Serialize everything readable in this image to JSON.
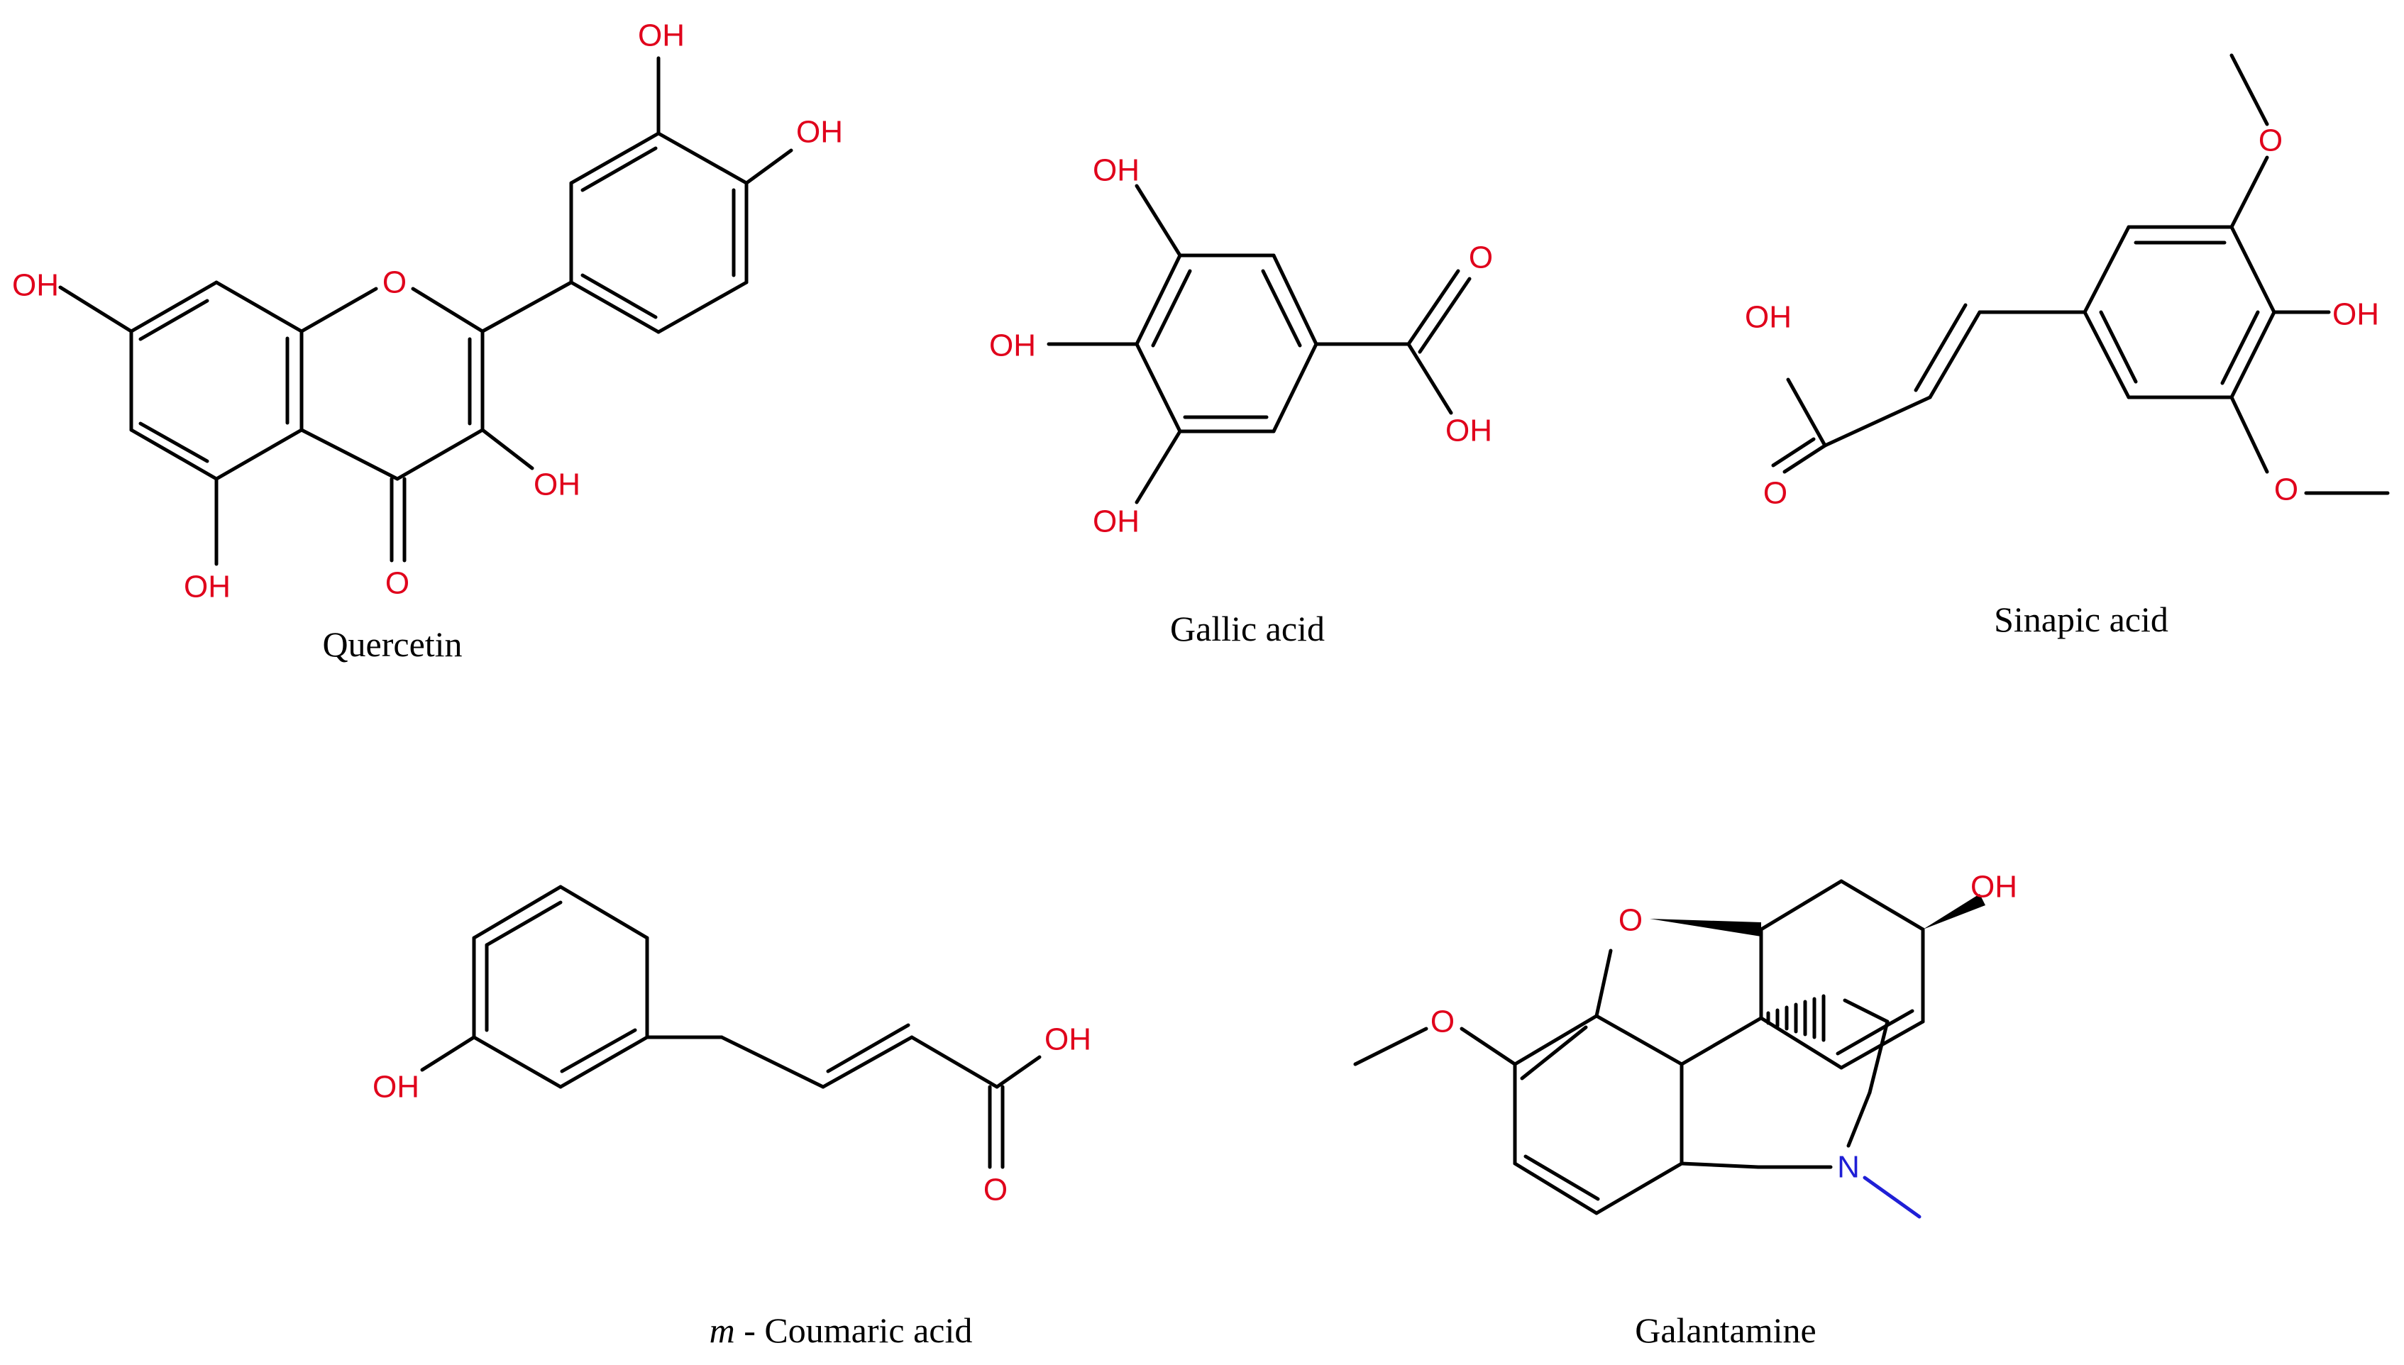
{
  "figure": {
    "compounds": [
      {
        "id": "quercetin",
        "name": "Quercetin",
        "atom_labels": [
          "OH",
          "OH",
          "OH",
          "O",
          "OH",
          "OH",
          "O"
        ]
      },
      {
        "id": "gallic",
        "name": "Gallic acid",
        "atom_labels": [
          "OH",
          "OH",
          "OH",
          "O",
          "OH"
        ]
      },
      {
        "id": "sinapic",
        "name": "Sinapic acid",
        "atom_labels": [
          "O",
          "OH",
          "O",
          "OH",
          "O"
        ]
      },
      {
        "id": "coumaric",
        "name_prefix": "m",
        "name_rest": " - Coumaric acid",
        "atom_labels": [
          "OH",
          "OH",
          "O"
        ]
      },
      {
        "id": "galantamine",
        "name": "Galantamine",
        "atom_labels": [
          "O",
          "OH",
          "O",
          "N"
        ]
      }
    ],
    "colors": {
      "bond": "#000000",
      "oxygen": "#e0001b",
      "nitrogen": "#1f1fd6",
      "caption": "#000000"
    }
  }
}
